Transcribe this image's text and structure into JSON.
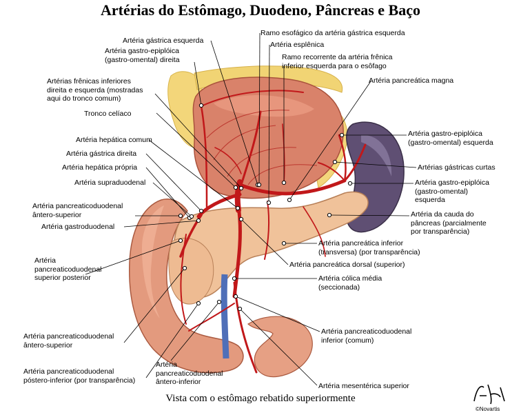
{
  "title": "Artérias do Estômago, Duodeno, Pâncreas e Baço",
  "caption": "Vista com o estômago rebatido superiormente",
  "copyright": "©Novartis",
  "labels": [
    {
      "id": "gastrica-esquerda",
      "text": "Artéria gástrica esquerda"
    },
    {
      "id": "gastro-epiploica-direita",
      "text": "Artéria gastro-epiplóica\n(gastro-omental) direita"
    },
    {
      "id": "frenicas-inferiores",
      "text": "Artérias frênicas inferiores\ndireita e esquerda (mostradas\naqui do tronco comum)"
    },
    {
      "id": "tronco-celiaco",
      "text": "Tronco celíaco"
    },
    {
      "id": "hepatica-comum",
      "text": "Artéria hepática comum"
    },
    {
      "id": "gastrica-direita",
      "text": "Artéria gástrica direita"
    },
    {
      "id": "hepatica-propria",
      "text": "Artéria hepática própria"
    },
    {
      "id": "supraduodenal",
      "text": "Artéria supraduodenal"
    },
    {
      "id": "pd-antero-superior-1",
      "text": "Artéria pancreaticoduodenal\nântero-superior"
    },
    {
      "id": "gastroduodenal",
      "text": "Artéria gastroduodenal"
    },
    {
      "id": "pd-superior-posterior",
      "text": "Artéria\npancreaticoduodenal\nsuperior posterior"
    },
    {
      "id": "pd-antero-superior-2",
      "text": "Artéria pancreaticoduodenal\nântero-superior"
    },
    {
      "id": "pd-postero-inferior",
      "text": "Artéria pancreaticoduodenal\npóstero-inferior (por transparência)"
    },
    {
      "id": "pd-antero-inferior",
      "text": "Artéria\npancreaticoduodenal\nântero-inferior"
    },
    {
      "id": "ramo-esofagico",
      "text": "Ramo esofágico da artéria gástrica esquerda"
    },
    {
      "id": "esplenica",
      "text": "Artéria esplênica"
    },
    {
      "id": "ramo-recorrente",
      "text": "Ramo recorrente da artéria frênica\ninferior esquerda para o esôfago"
    },
    {
      "id": "pancreatica-magna",
      "text": "Artéria pancreática magna"
    },
    {
      "id": "gastro-epiploica-esquerda-1",
      "text": "Artéria gastro-epiplóica\n(gastro-omental) esquerda"
    },
    {
      "id": "gastricas-curtas",
      "text": "Artérias gástricas curtas"
    },
    {
      "id": "gastro-epiploica-esquerda-2",
      "text": "Artéria gastro-epiplóica\n(gastro-omental)\nesquerda"
    },
    {
      "id": "cauda-pancreas",
      "text": "Artéria da cauda do\npâncreas (parcialmente\npor transparência)"
    },
    {
      "id": "pancreatica-inferior",
      "text": "Artéria pancreática inferior\n(transversa) (por transparência)"
    },
    {
      "id": "pancreatica-dorsal",
      "text": "Artéria pancreática dorsal (superior)"
    },
    {
      "id": "colica-media",
      "text": "Artéria cólica média\n(seccionada)"
    },
    {
      "id": "pd-inferior-comum",
      "text": "Artéria pancreaticoduodenal\ninferior (comum)"
    },
    {
      "id": "mesenterica-superior",
      "text": "Artéria mesentérica superior"
    }
  ]
}
